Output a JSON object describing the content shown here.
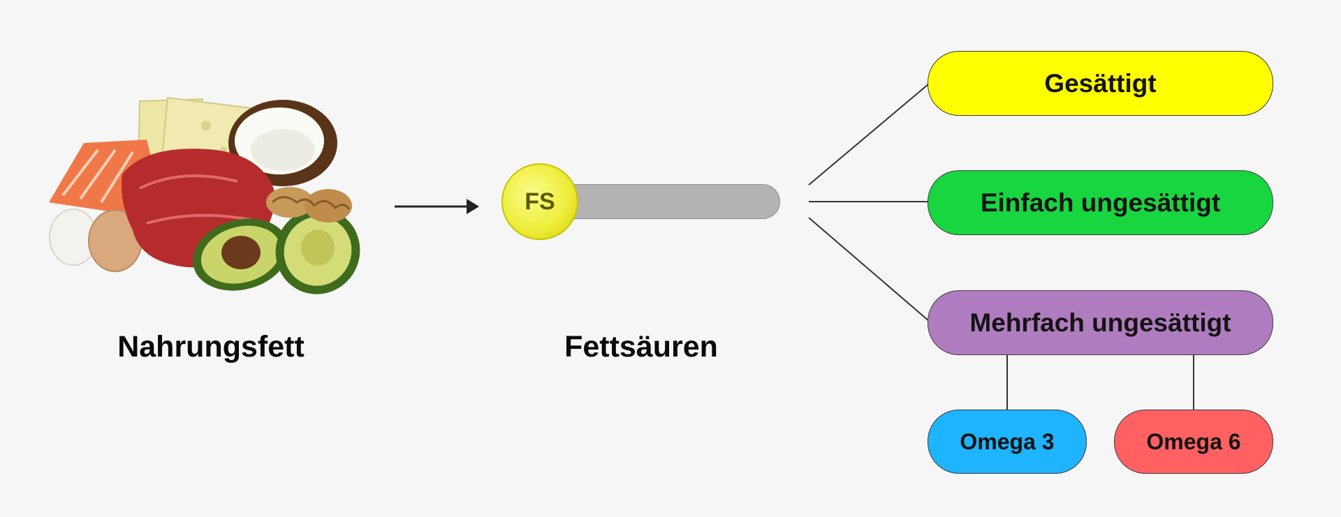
{
  "left": {
    "caption": "Nahrungsfett"
  },
  "middle": {
    "caption": "Fettsäuren",
    "molecule_label": "FS"
  },
  "categories": {
    "saturated": {
      "label": "Gesättigt",
      "color": "#ffff00"
    },
    "mono": {
      "label": "Einfach ungesättigt",
      "color": "#18d640"
    },
    "poly": {
      "label": "Mehrfach ungesättigt",
      "color": "#b07cc0"
    }
  },
  "omega": {
    "omega3": {
      "label": "Omega 3",
      "color": "#1eb4ff"
    },
    "omega6": {
      "label": "Omega 6",
      "color": "#ff6163"
    }
  },
  "icons": [
    "dietary-fat-foods-illustration",
    "arrow-right-icon",
    "fatty-acid-molecule-icon"
  ]
}
